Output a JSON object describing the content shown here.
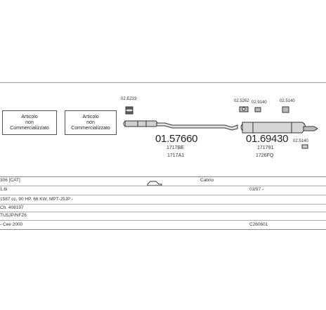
{
  "not_sold_boxes": [
    {
      "lines": [
        "Articolo",
        "non",
        "Commercializzato"
      ]
    },
    {
      "lines": [
        "Articolo",
        "non",
        "Commercializzato"
      ]
    }
  ],
  "part_codes": {
    "clamp_front": "02.E233",
    "clamp_mid_a": "02.5262",
    "clamp_mid_b": "02.9140",
    "clamp_rear_top": "02.5140",
    "clamp_rear_bottom": "02.5140"
  },
  "middle_part": {
    "number": "01.57660",
    "oem_1": "1717BE",
    "oem_2": "1717A1"
  },
  "rear_part": {
    "number": "01.69430",
    "oem_1": "171791",
    "oem_2": "1726FQ"
  },
  "info_rows": {
    "row1": {
      "model": "306 [CAT]",
      "body": "Cabrio"
    },
    "row2": {
      "engine": "1.6i",
      "dates": "03/97 -"
    },
    "row3": {
      "spec": "1587 cc, 90 HP, 66 KW, MPT-J5JP -"
    },
    "row4": {
      "chassis": "Ch. 408197"
    },
    "row5": {
      "engine_code": "TU5JP/NFZ6"
    },
    "row6": {
      "note": "- Cee 2000",
      "ref": "C260601"
    }
  }
}
